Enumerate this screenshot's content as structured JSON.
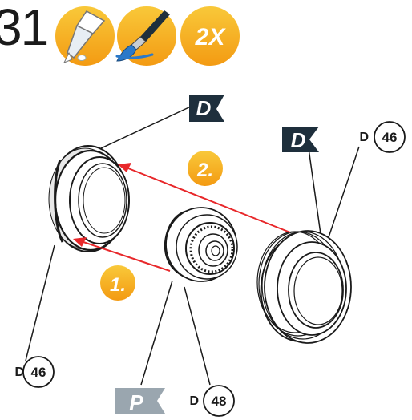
{
  "step": {
    "number": "31"
  },
  "header_icons": [
    {
      "name": "glue-tube-icon"
    },
    {
      "name": "paint-brush-icon"
    },
    {
      "name": "repeat-badge",
      "label": "2X"
    }
  ],
  "flags": {
    "top": "D",
    "right": "D",
    "bottom": "P"
  },
  "parts": {
    "tire_left": {
      "prefix": "D",
      "number": "46"
    },
    "tire_right": {
      "prefix": "D",
      "number": "46"
    },
    "wheel": {
      "prefix": "D",
      "number": "48"
    }
  },
  "order_badges": {
    "first": "1.",
    "second": "2."
  },
  "colors": {
    "accent_orange": "#f5a31a",
    "accent_yellow": "#f8c02c",
    "arrow_red": "#e8282b",
    "flag_dark": "#1e2f3c",
    "flag_grey": "#9aa6af",
    "line": "#1a1a1a"
  }
}
